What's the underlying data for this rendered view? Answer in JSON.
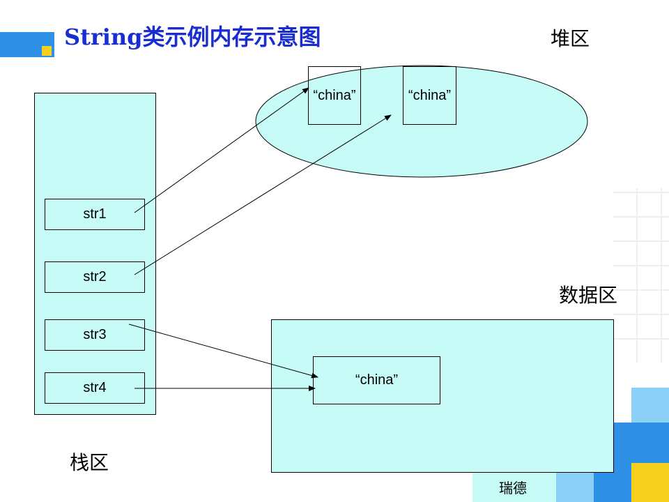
{
  "title": "String类示例内存示意图",
  "regions": {
    "heap": "堆区",
    "data": "数据区",
    "stack": "栈区"
  },
  "stack_vars": [
    "str1",
    "str2",
    "str3",
    "str4"
  ],
  "heap_objects": [
    "“china”",
    "“china”"
  ],
  "data_objects": [
    "“china”"
  ],
  "footer": "瑞德",
  "colors": {
    "fill": "#c6fbf8",
    "title": "#1a2ed0",
    "accent_blue": "#2f90e8",
    "accent_light_blue": "#8cd0f8",
    "accent_yellow": "#f8d020"
  }
}
